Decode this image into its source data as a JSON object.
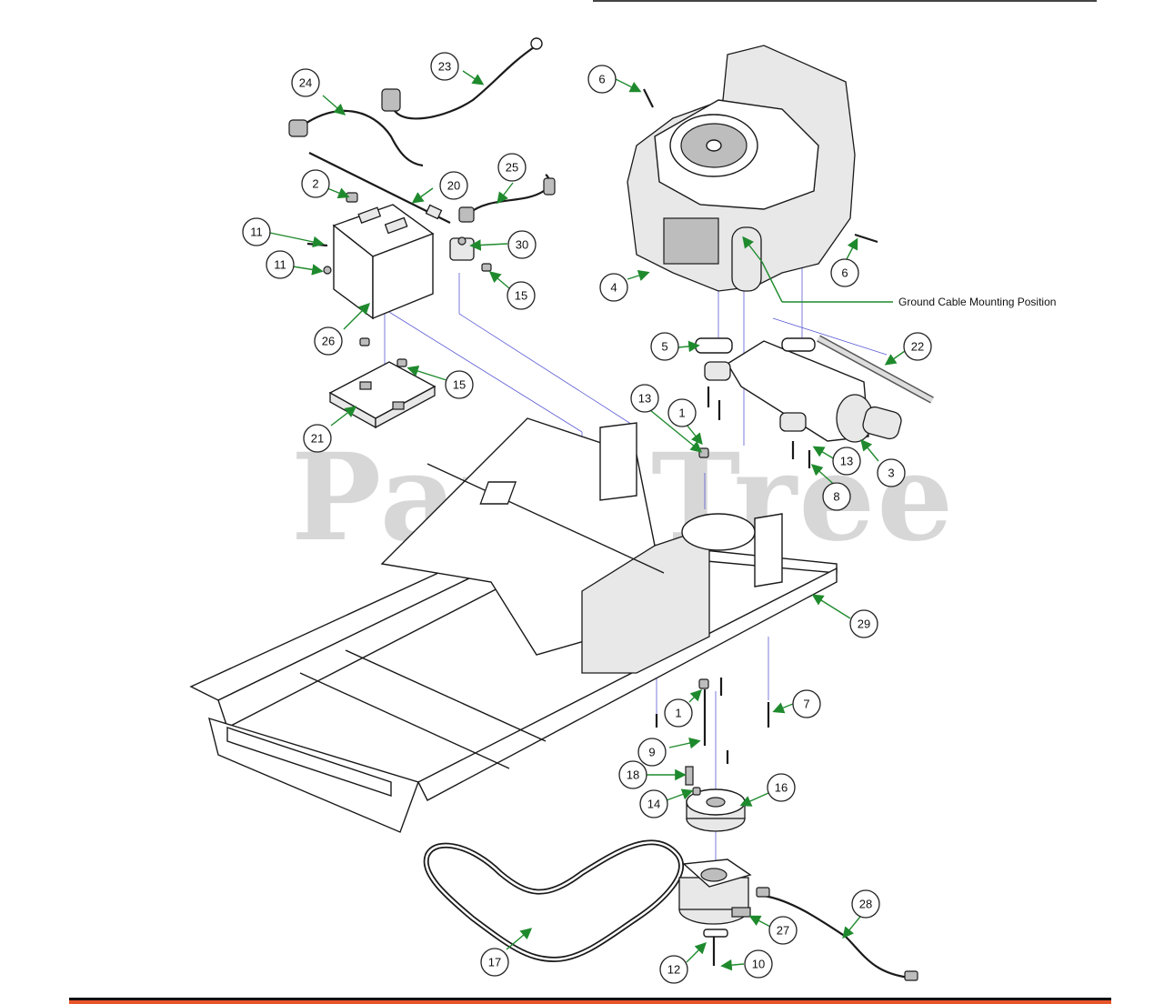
{
  "note": {
    "text": "Ground Cable Mounting Position"
  },
  "watermark": {
    "text": "PartsTree"
  },
  "callouts": [
    "1",
    "1",
    "2",
    "3",
    "4",
    "5",
    "6",
    "6",
    "7",
    "8",
    "9",
    "10",
    "11",
    "11",
    "12",
    "13",
    "13",
    "14",
    "15",
    "15",
    "16",
    "17",
    "18",
    "20",
    "21",
    "22",
    "23",
    "24",
    "25",
    "26",
    "27",
    "28",
    "29",
    "30"
  ],
  "colors": {
    "leader": "#1f8a2d",
    "axis": "#5b5bd6",
    "footer_bar": "#e8552a"
  }
}
